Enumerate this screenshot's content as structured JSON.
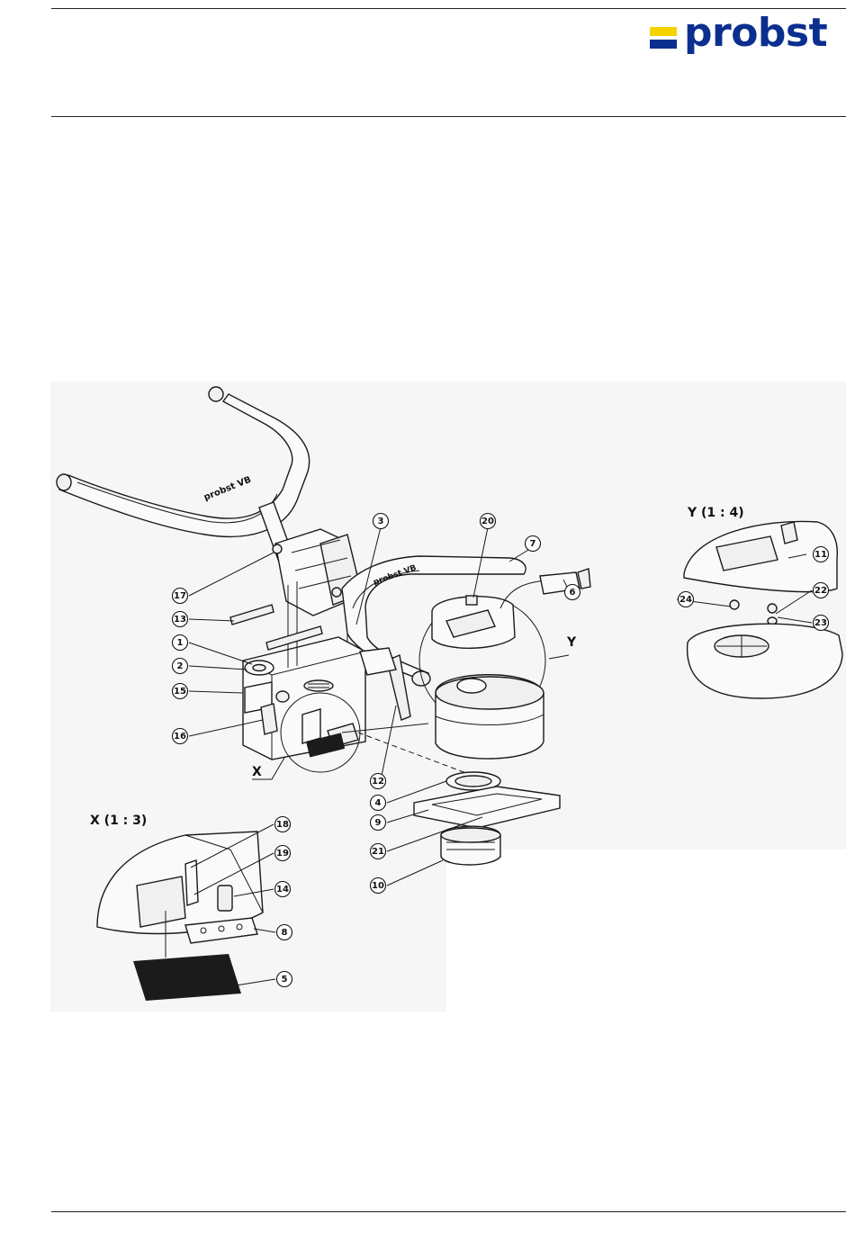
{
  "header": {
    "brand": "probst",
    "colors": {
      "brand_blue": "#0b2f8e",
      "brand_yellow": "#f6d200"
    }
  },
  "drawing": {
    "detail_x_label": "X (1 : 3)",
    "detail_y_label": "Y (1 : 4)",
    "view_x_marker": "X",
    "view_y_marker": "Y",
    "handle_text": "probst VB",
    "callouts": [
      {
        "id": "c1",
        "label": "1"
      },
      {
        "id": "c2",
        "label": "2"
      },
      {
        "id": "c3",
        "label": "3"
      },
      {
        "id": "c4",
        "label": "4"
      },
      {
        "id": "c5",
        "label": "5"
      },
      {
        "id": "c6",
        "label": "6"
      },
      {
        "id": "c7",
        "label": "7"
      },
      {
        "id": "c8",
        "label": "8"
      },
      {
        "id": "c9",
        "label": "9"
      },
      {
        "id": "c10",
        "label": "10"
      },
      {
        "id": "c11",
        "label": "11"
      },
      {
        "id": "c12",
        "label": "12"
      },
      {
        "id": "c13",
        "label": "13"
      },
      {
        "id": "c14",
        "label": "14"
      },
      {
        "id": "c15",
        "label": "15"
      },
      {
        "id": "c16",
        "label": "16"
      },
      {
        "id": "c17",
        "label": "17"
      },
      {
        "id": "c18",
        "label": "18"
      },
      {
        "id": "c19",
        "label": "19"
      },
      {
        "id": "c20",
        "label": "20"
      },
      {
        "id": "c21",
        "label": "21"
      },
      {
        "id": "c22",
        "label": "22"
      },
      {
        "id": "c23",
        "label": "23"
      },
      {
        "id": "c24",
        "label": "24"
      }
    ]
  }
}
